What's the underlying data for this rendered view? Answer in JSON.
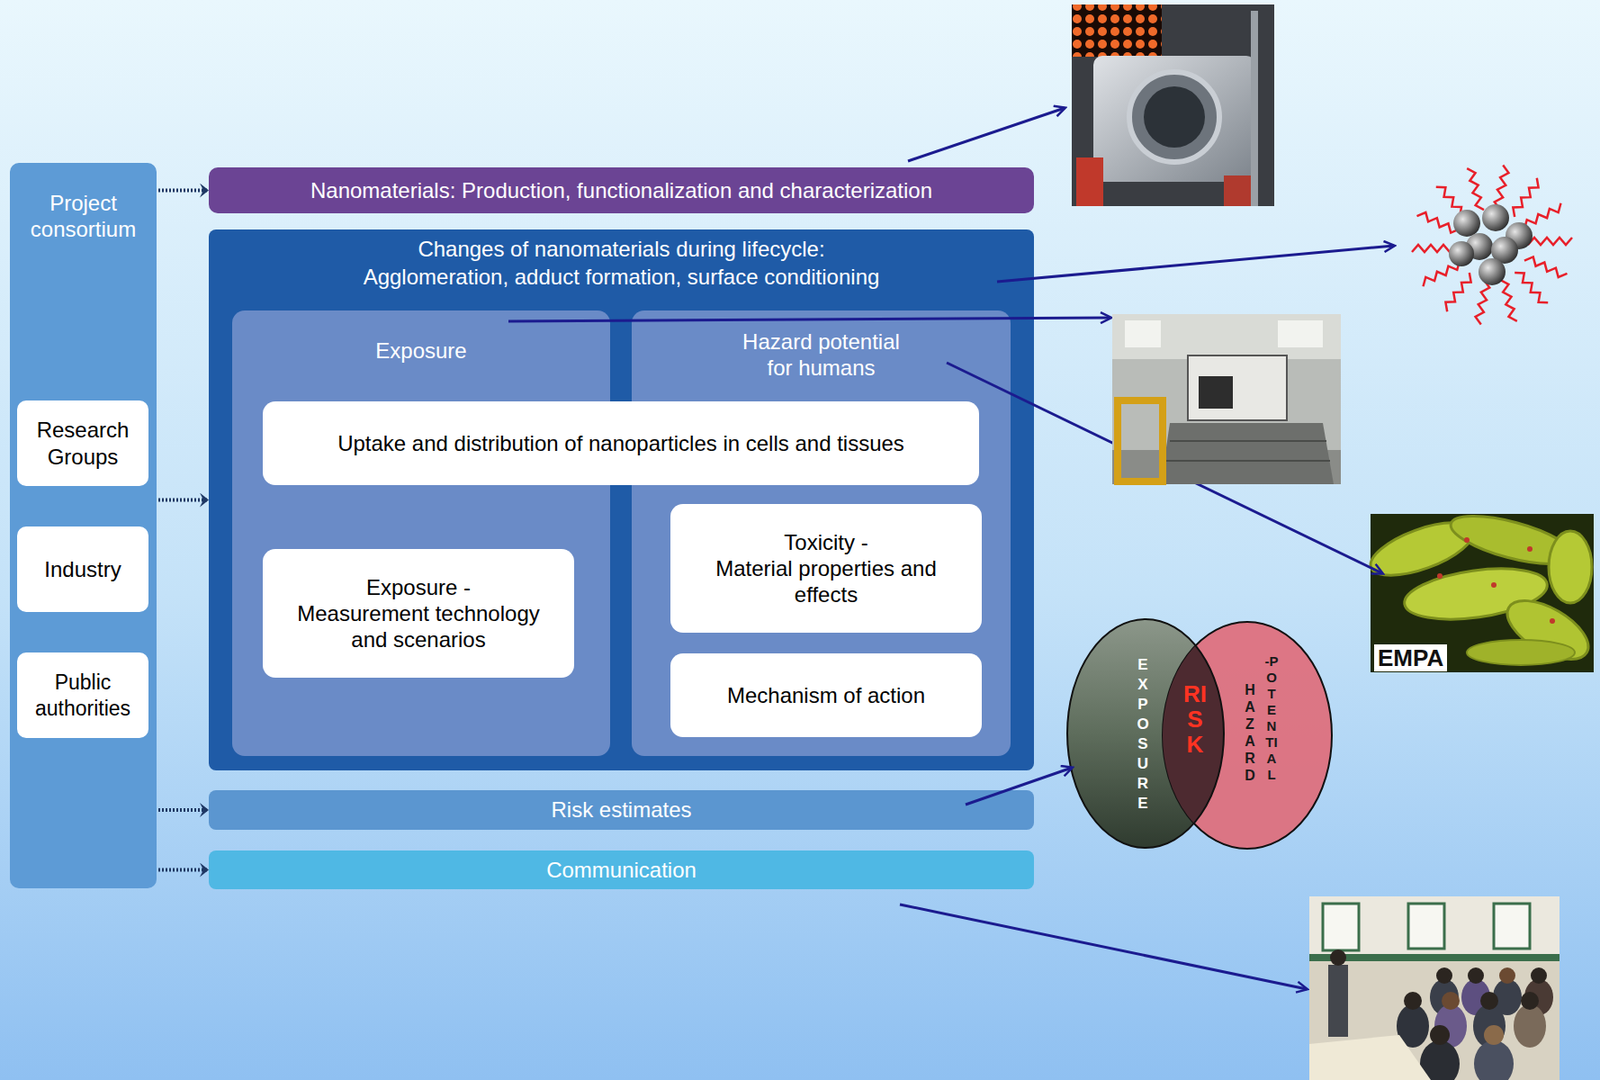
{
  "diagram": {
    "nodes": [
      {
        "text": [
          "Project consortium"
        ]
      },
      {
        "text": [
          "Research Groups"
        ],
        "in": 0
      },
      {
        "text": [
          "Industry"
        ],
        "in": 0
      },
      {
        "text": [
          "Public authorities"
        ],
        "in": 0
      },
      {
        "text": [
          "Nanomaterials: Production, functionalization and characterization"
        ]
      },
      {
        "text": [
          "Changes of nanomaterials during lifecycle: Agglomeration, adduct formation, surface conditioning"
        ]
      },
      {
        "text": [
          "Exposure"
        ],
        "in": 5
      },
      {
        "text": [
          "Hazard potential for humans"
        ],
        "in": 5
      },
      {
        "text": [
          "Uptake and distribution of nanoparticles in cells and tissues"
        ],
        "in": 5
      },
      {
        "text": [
          "Exposure -",
          "Measurement technology and scenarios"
        ],
        "in": 6
      },
      {
        "text": [
          "Toxicity -",
          "Material properties and effects"
        ],
        "in": 7
      },
      {
        "text": [
          "Mechanism of action"
        ],
        "in": 7
      },
      {
        "text": [
          "Risk estimates"
        ]
      },
      {
        "text": [
          "Communication"
        ]
      }
    ],
    "edges": [
      {
        "from": 0,
        "to": 4,
        "arrow": "to"
      },
      {
        "from": 0,
        "to": 5,
        "arrow": "to"
      },
      {
        "from": 0,
        "to": 12,
        "arrow": "to"
      },
      {
        "from": 0,
        "to": 13,
        "arrow": "to"
      }
    ],
    "labels": [
      "EXPOSURE",
      "RISK",
      "HAZARD",
      "-POTENTIAL",
      "EMPA"
    ]
  }
}
